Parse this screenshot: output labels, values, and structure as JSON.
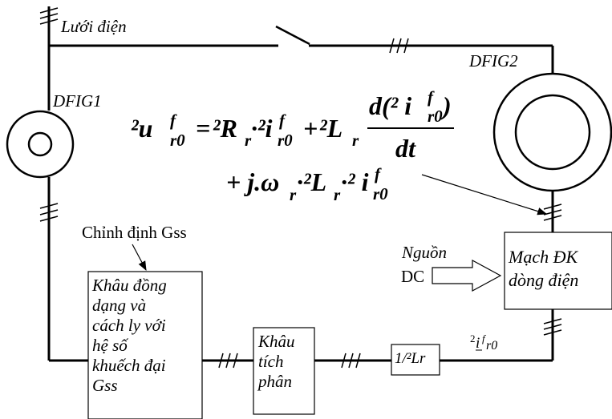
{
  "labels": {
    "grid": "Lưới điện",
    "dfig1": "DFIG1",
    "dfig2": "DFIG2",
    "gss_adjust": "Chỉnh định Gss",
    "dc_source_line1": "Nguồn",
    "dc_source_line2": "DC",
    "current_symbol_sup": "2",
    "current_symbol_body": "i",
    "current_symbol_sup2": "f",
    "current_symbol_sub": "r0"
  },
  "blocks": {
    "isolation": [
      "Khâu đồng",
      "dạng và",
      "cách ly với",
      "hệ số",
      "khuếch đại",
      "Gss"
    ],
    "integrator": [
      "Khâu",
      "tích",
      "phân"
    ],
    "gain": "1/²Lr",
    "controller": [
      "Mạch ĐK",
      "dòng điện"
    ]
  },
  "equation": {
    "line1_lhs": "²u",
    "line1_lhs_sup": "f",
    "line1_lhs_sub": "r0",
    "line1_eq": "=",
    "line1_term1": "²R",
    "line1_term1_sub": "r",
    "line1_term1_b": "·²i",
    "line1_term1_sup": "f",
    "line1_term1_sub2": "r0",
    "line1_plus": "+",
    "line1_term2": "²L",
    "line1_term2_sub": "r",
    "frac_num": "d(² i",
    "frac_num_sup": "f",
    "frac_num_sub": "r0",
    "frac_num_close": ")",
    "frac_den": "dt",
    "line2": "+ j.ω",
    "line2_sub": "r",
    "line2_b": "·²L",
    "line2_sub2": "r",
    "line2_c": "·² i",
    "line2_sup": "f",
    "line2_sub3": "r0"
  }
}
